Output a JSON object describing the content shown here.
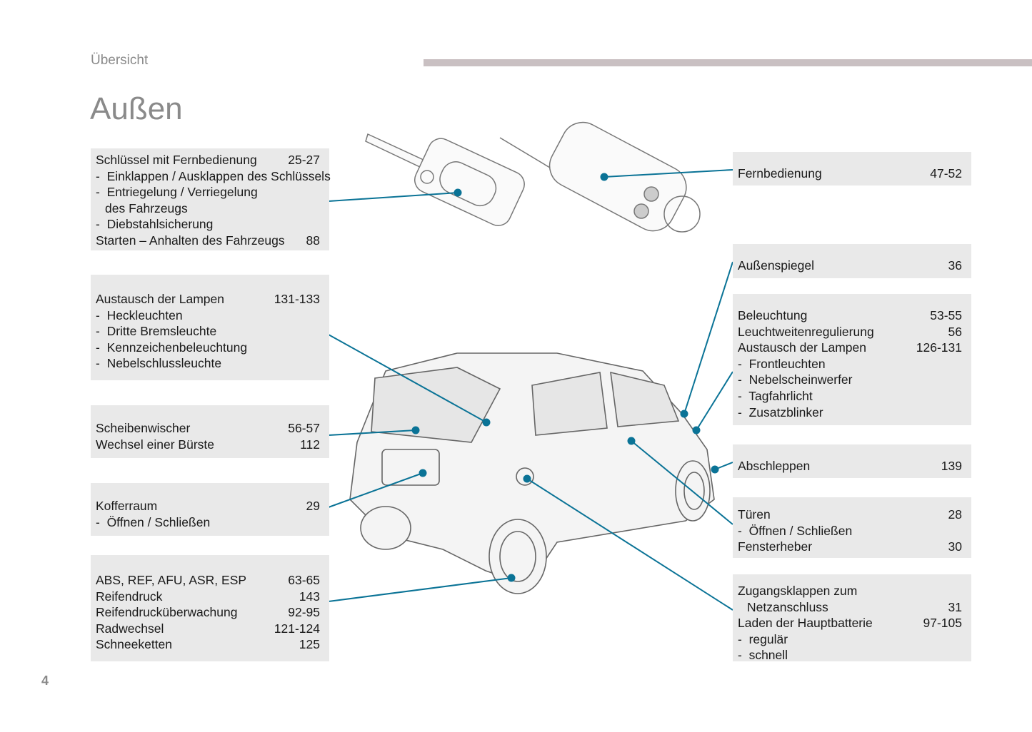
{
  "header": {
    "section": "Übersicht",
    "title": "Außen",
    "page_number": "4"
  },
  "accent": "#0a7396",
  "left_boxes": [
    {
      "rows": [
        {
          "l": "Schlüssel mit Fernbedienung",
          "p": "25-27"
        },
        {
          "l": "Einklappen / Ausklappen des Schlüssels",
          "p": "",
          "t": "dash"
        },
        {
          "l": "Entriegelung / Verriegelung",
          "p": "",
          "t": "dash"
        },
        {
          "l": "des Fahrzeugs",
          "p": "",
          "t": "sub"
        },
        {
          "l": "Diebstahlsicherung",
          "p": "",
          "t": "dash"
        },
        {
          "l": "Starten – Anhalten des Fahrzeugs",
          "p": "88"
        }
      ]
    },
    {
      "rows": [
        {
          "l": "Austausch der Lampen",
          "p": "131-133"
        },
        {
          "l": "Heckleuchten",
          "p": "",
          "t": "dash"
        },
        {
          "l": "Dritte Bremsleuchte",
          "p": "",
          "t": "dash"
        },
        {
          "l": "Kennzeichenbeleuchtung",
          "p": "",
          "t": "dash"
        },
        {
          "l": "Nebelschlussleuchte",
          "p": "",
          "t": "dash"
        }
      ]
    },
    {
      "rows": [
        {
          "l": "Scheibenwischer",
          "p": "56-57"
        },
        {
          "l": "Wechsel einer Bürste",
          "p": "112"
        }
      ]
    },
    {
      "rows": [
        {
          "l": "Kofferraum",
          "p": "29"
        },
        {
          "l": "Öffnen / Schließen",
          "p": "",
          "t": "dash"
        }
      ]
    },
    {
      "rows": [
        {
          "l": "ABS, REF, AFU, ASR, ESP",
          "p": "63-65"
        },
        {
          "l": "Reifendruck",
          "p": "143"
        },
        {
          "l": "Reifendrucküberwachung",
          "p": "92-95"
        },
        {
          "l": "Radwechsel",
          "p": "121-124"
        },
        {
          "l": "Schneeketten",
          "p": "125"
        }
      ]
    }
  ],
  "right_boxes": [
    {
      "rows": [
        {
          "l": "Fernbedienung",
          "p": "47-52"
        }
      ]
    },
    {
      "rows": [
        {
          "l": "Außenspiegel",
          "p": "36"
        }
      ]
    },
    {
      "rows": [
        {
          "l": "Beleuchtung",
          "p": "53-55"
        },
        {
          "l": "Leuchtweitenregulierung",
          "p": "56"
        },
        {
          "l": "Austausch der Lampen",
          "p": "126-131"
        },
        {
          "l": "Frontleuchten",
          "p": "",
          "t": "dash"
        },
        {
          "l": "Nebelscheinwerfer",
          "p": "",
          "t": "dash"
        },
        {
          "l": "Tagfahrlicht",
          "p": "",
          "t": "dash"
        },
        {
          "l": "Zusatzblinker",
          "p": "",
          "t": "dash"
        }
      ]
    },
    {
      "rows": [
        {
          "l": "Abschleppen",
          "p": "139"
        }
      ]
    },
    {
      "rows": [
        {
          "l": "Türen",
          "p": "28"
        },
        {
          "l": "Öffnen / Schließen",
          "p": "",
          "t": "dash"
        },
        {
          "l": "Fensterheber",
          "p": "30"
        }
      ]
    },
    {
      "rows": [
        {
          "l": "Zugangsklappen zum",
          "p": ""
        },
        {
          "l": "Netzanschluss",
          "p": "31",
          "t": "sub"
        },
        {
          "l": "Laden der Hauptbatterie",
          "p": "97-105"
        },
        {
          "l": "regulär",
          "p": "",
          "t": "dash"
        },
        {
          "l": "schnell",
          "p": "",
          "t": "dash"
        }
      ]
    }
  ]
}
